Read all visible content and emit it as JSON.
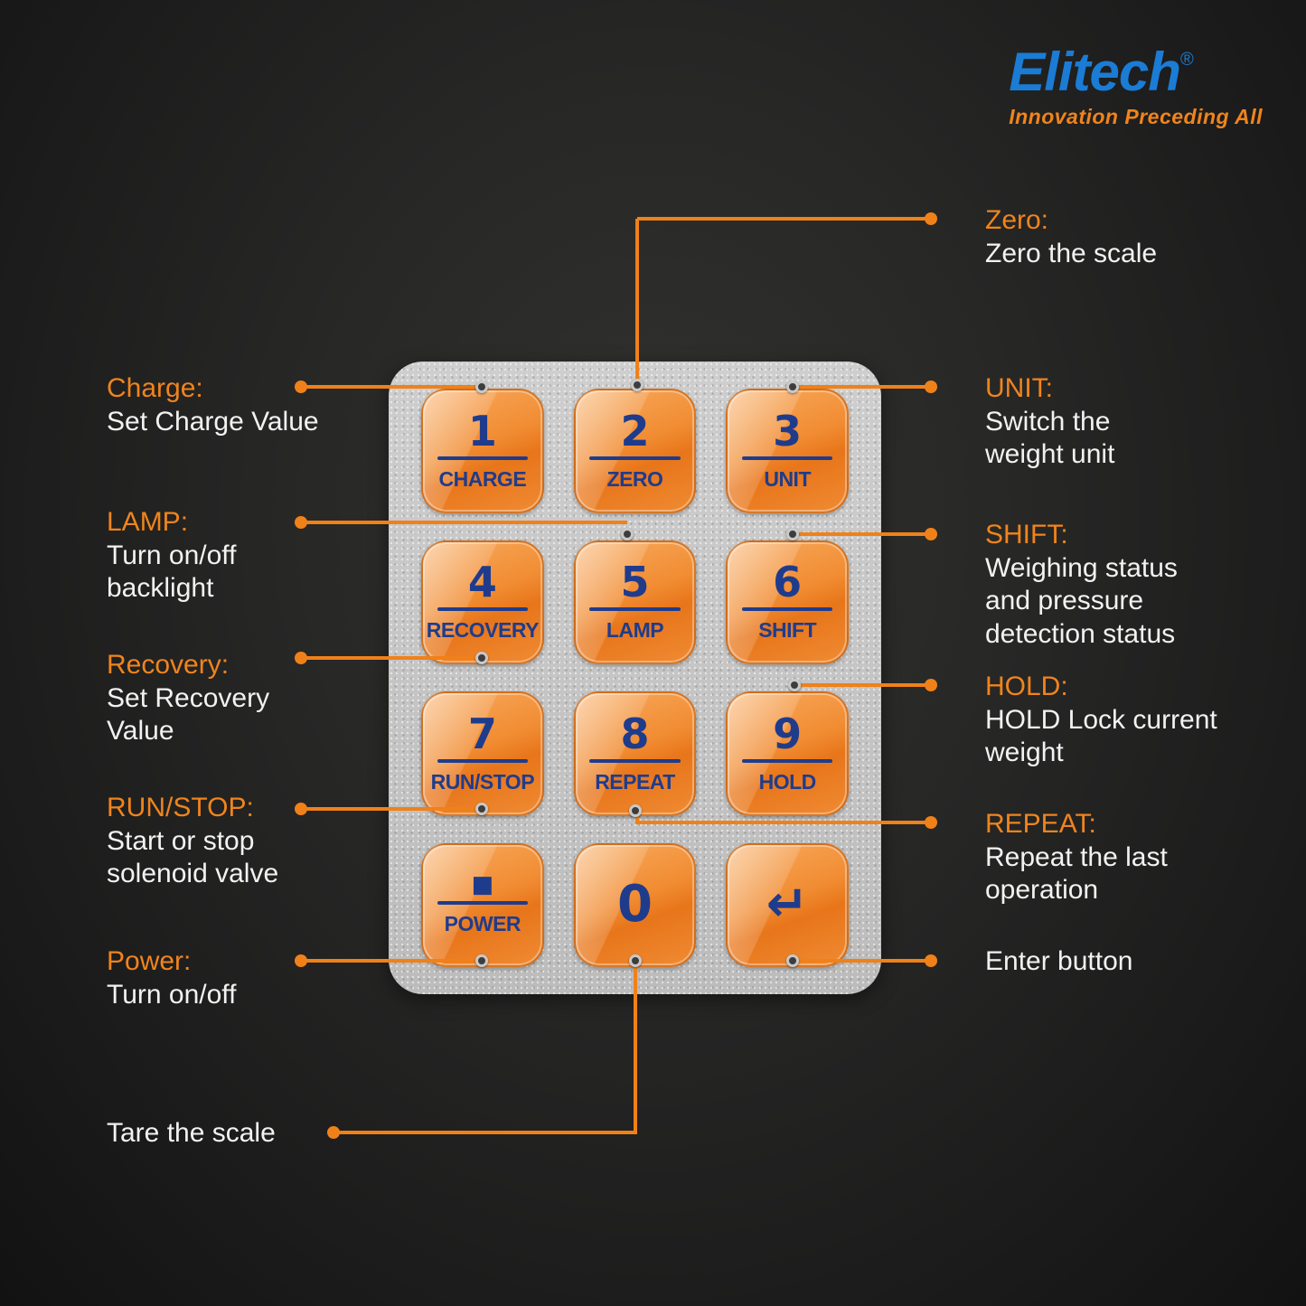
{
  "logo": {
    "brand": "Elitech",
    "registered": "®",
    "tagline": "Innovation Preceding All"
  },
  "keypad": {
    "buttons": [
      {
        "num": "1",
        "label": "CHARGE"
      },
      {
        "num": "2",
        "label": "ZERO"
      },
      {
        "num": "3",
        "label": "UNIT"
      },
      {
        "num": "4",
        "label": "RECOVERY"
      },
      {
        "num": "5",
        "label": "LAMP"
      },
      {
        "num": "6",
        "label": "SHIFT"
      },
      {
        "num": "7",
        "label": "RUN/STOP"
      },
      {
        "num": "8",
        "label": "REPEAT"
      },
      {
        "num": "9",
        "label": "HOLD"
      },
      {
        "num": "■",
        "label": "POWER"
      },
      {
        "num": "0",
        "label": ""
      },
      {
        "num": "↵",
        "label": ""
      }
    ]
  },
  "callouts": {
    "left": [
      {
        "title": "Charge:",
        "desc": "Set Charge Value"
      },
      {
        "title": "LAMP:",
        "desc": "Turn on/off\nbacklight"
      },
      {
        "title": "Recovery:",
        "desc": "Set Recovery\nValue"
      },
      {
        "title": "RUN/STOP:",
        "desc": "Start or stop\nsolenoid valve"
      },
      {
        "title": "Power:",
        "desc": "Turn on/off"
      },
      {
        "title": "",
        "desc": "Tare the scale"
      }
    ],
    "right": [
      {
        "title": "Zero:",
        "desc": "Zero the scale"
      },
      {
        "title": "UNIT:",
        "desc": "Switch the\nweight unit"
      },
      {
        "title": "SHIFT:",
        "desc": "Weighing status\nand pressure\ndetection status"
      },
      {
        "title": "HOLD:",
        "desc": "HOLD Lock current\nweight"
      },
      {
        "title": "REPEAT:",
        "desc": "Repeat the last\noperation"
      },
      {
        "title": "",
        "desc": "Enter button"
      }
    ]
  },
  "colors": {
    "accent_orange": "#F08119",
    "brand_blue": "#1B7CD5",
    "key_navy": "#1F3C8C",
    "background": "#242424",
    "panel_silver": "#C3C3C3"
  }
}
